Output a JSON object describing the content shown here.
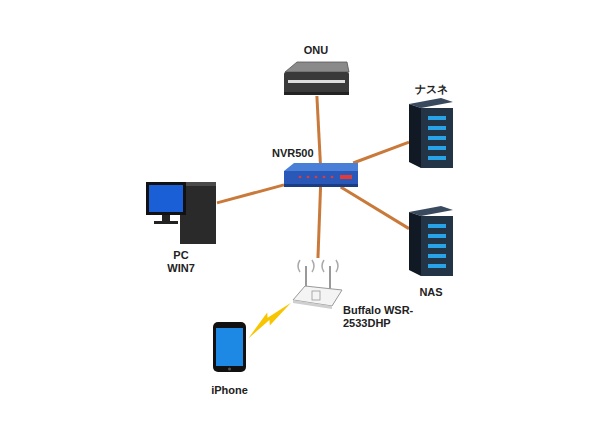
{
  "diagram": {
    "nodes": [
      {
        "text": [
          "ONU"
        ]
      },
      {
        "text": [
          "ナスネ"
        ]
      },
      {
        "text": [
          "NVR500"
        ]
      },
      {
        "text": [
          "PC WIN7"
        ]
      },
      {
        "text": [
          "NAS"
        ]
      },
      {
        "text": [
          "Buffalo WSR-2533DHP"
        ]
      },
      {
        "text": [
          "iPhone"
        ]
      }
    ],
    "edges": [
      {
        "from": 2,
        "to": 0,
        "arrow": "none"
      },
      {
        "from": 2,
        "to": 1,
        "arrow": "none"
      },
      {
        "from": 2,
        "to": 4,
        "arrow": "none"
      },
      {
        "from": 2,
        "to": 3,
        "arrow": "none"
      },
      {
        "from": 2,
        "to": 5,
        "arrow": "none"
      },
      {
        "from": 5,
        "to": 6,
        "arrow": "none"
      }
    ]
  }
}
